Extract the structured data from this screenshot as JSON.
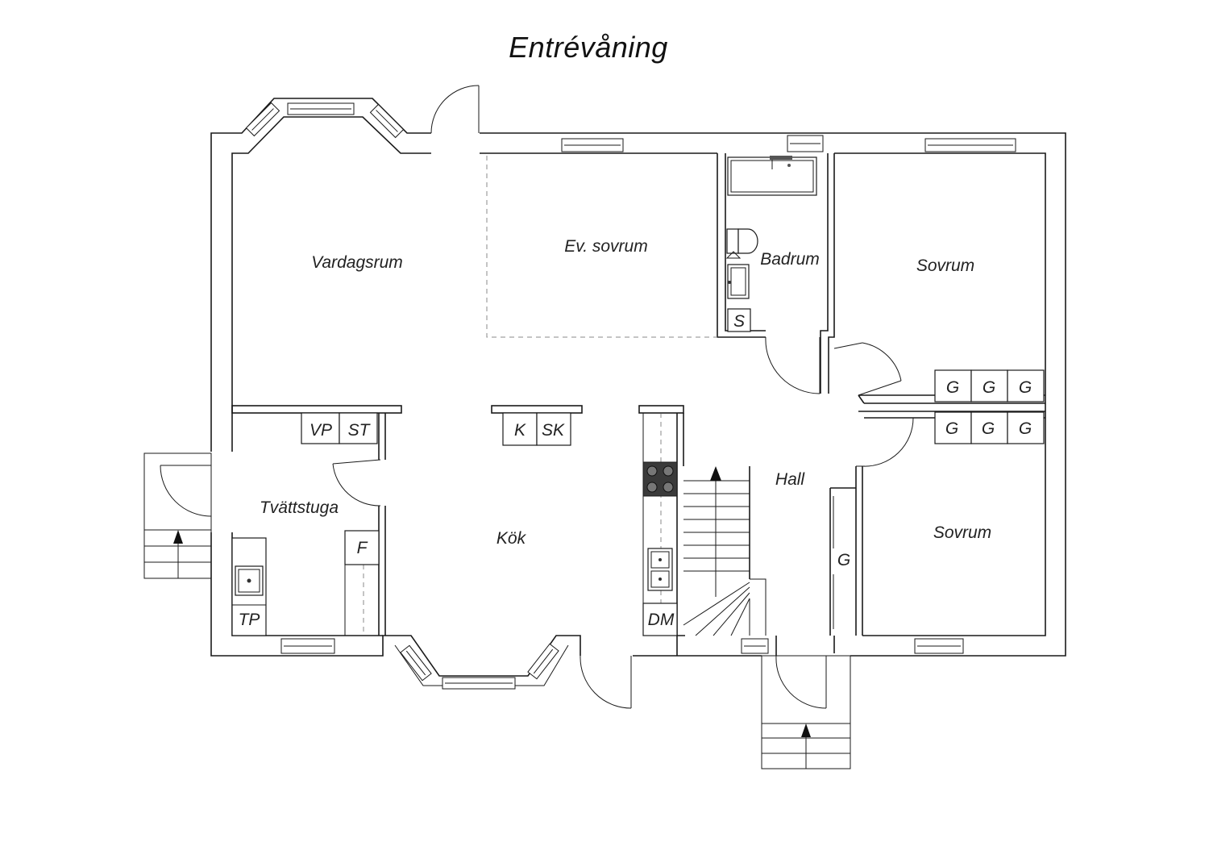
{
  "title": "Entrévåning",
  "rooms": {
    "vardagsrum": "Vardagsrum",
    "ev_sovrum": "Ev. sovrum",
    "badrum": "Badrum",
    "sovrum_1": "Sovrum",
    "sovrum_2": "Sovrum",
    "hall": "Hall",
    "kok": "Kök",
    "tvattstuga": "Tvättstuga"
  },
  "fixtures": {
    "vp": "VP",
    "st": "ST",
    "k": "K",
    "sk": "SK",
    "f": "F",
    "tp": "TP",
    "dm": "DM",
    "s": "S",
    "g": "G"
  }
}
